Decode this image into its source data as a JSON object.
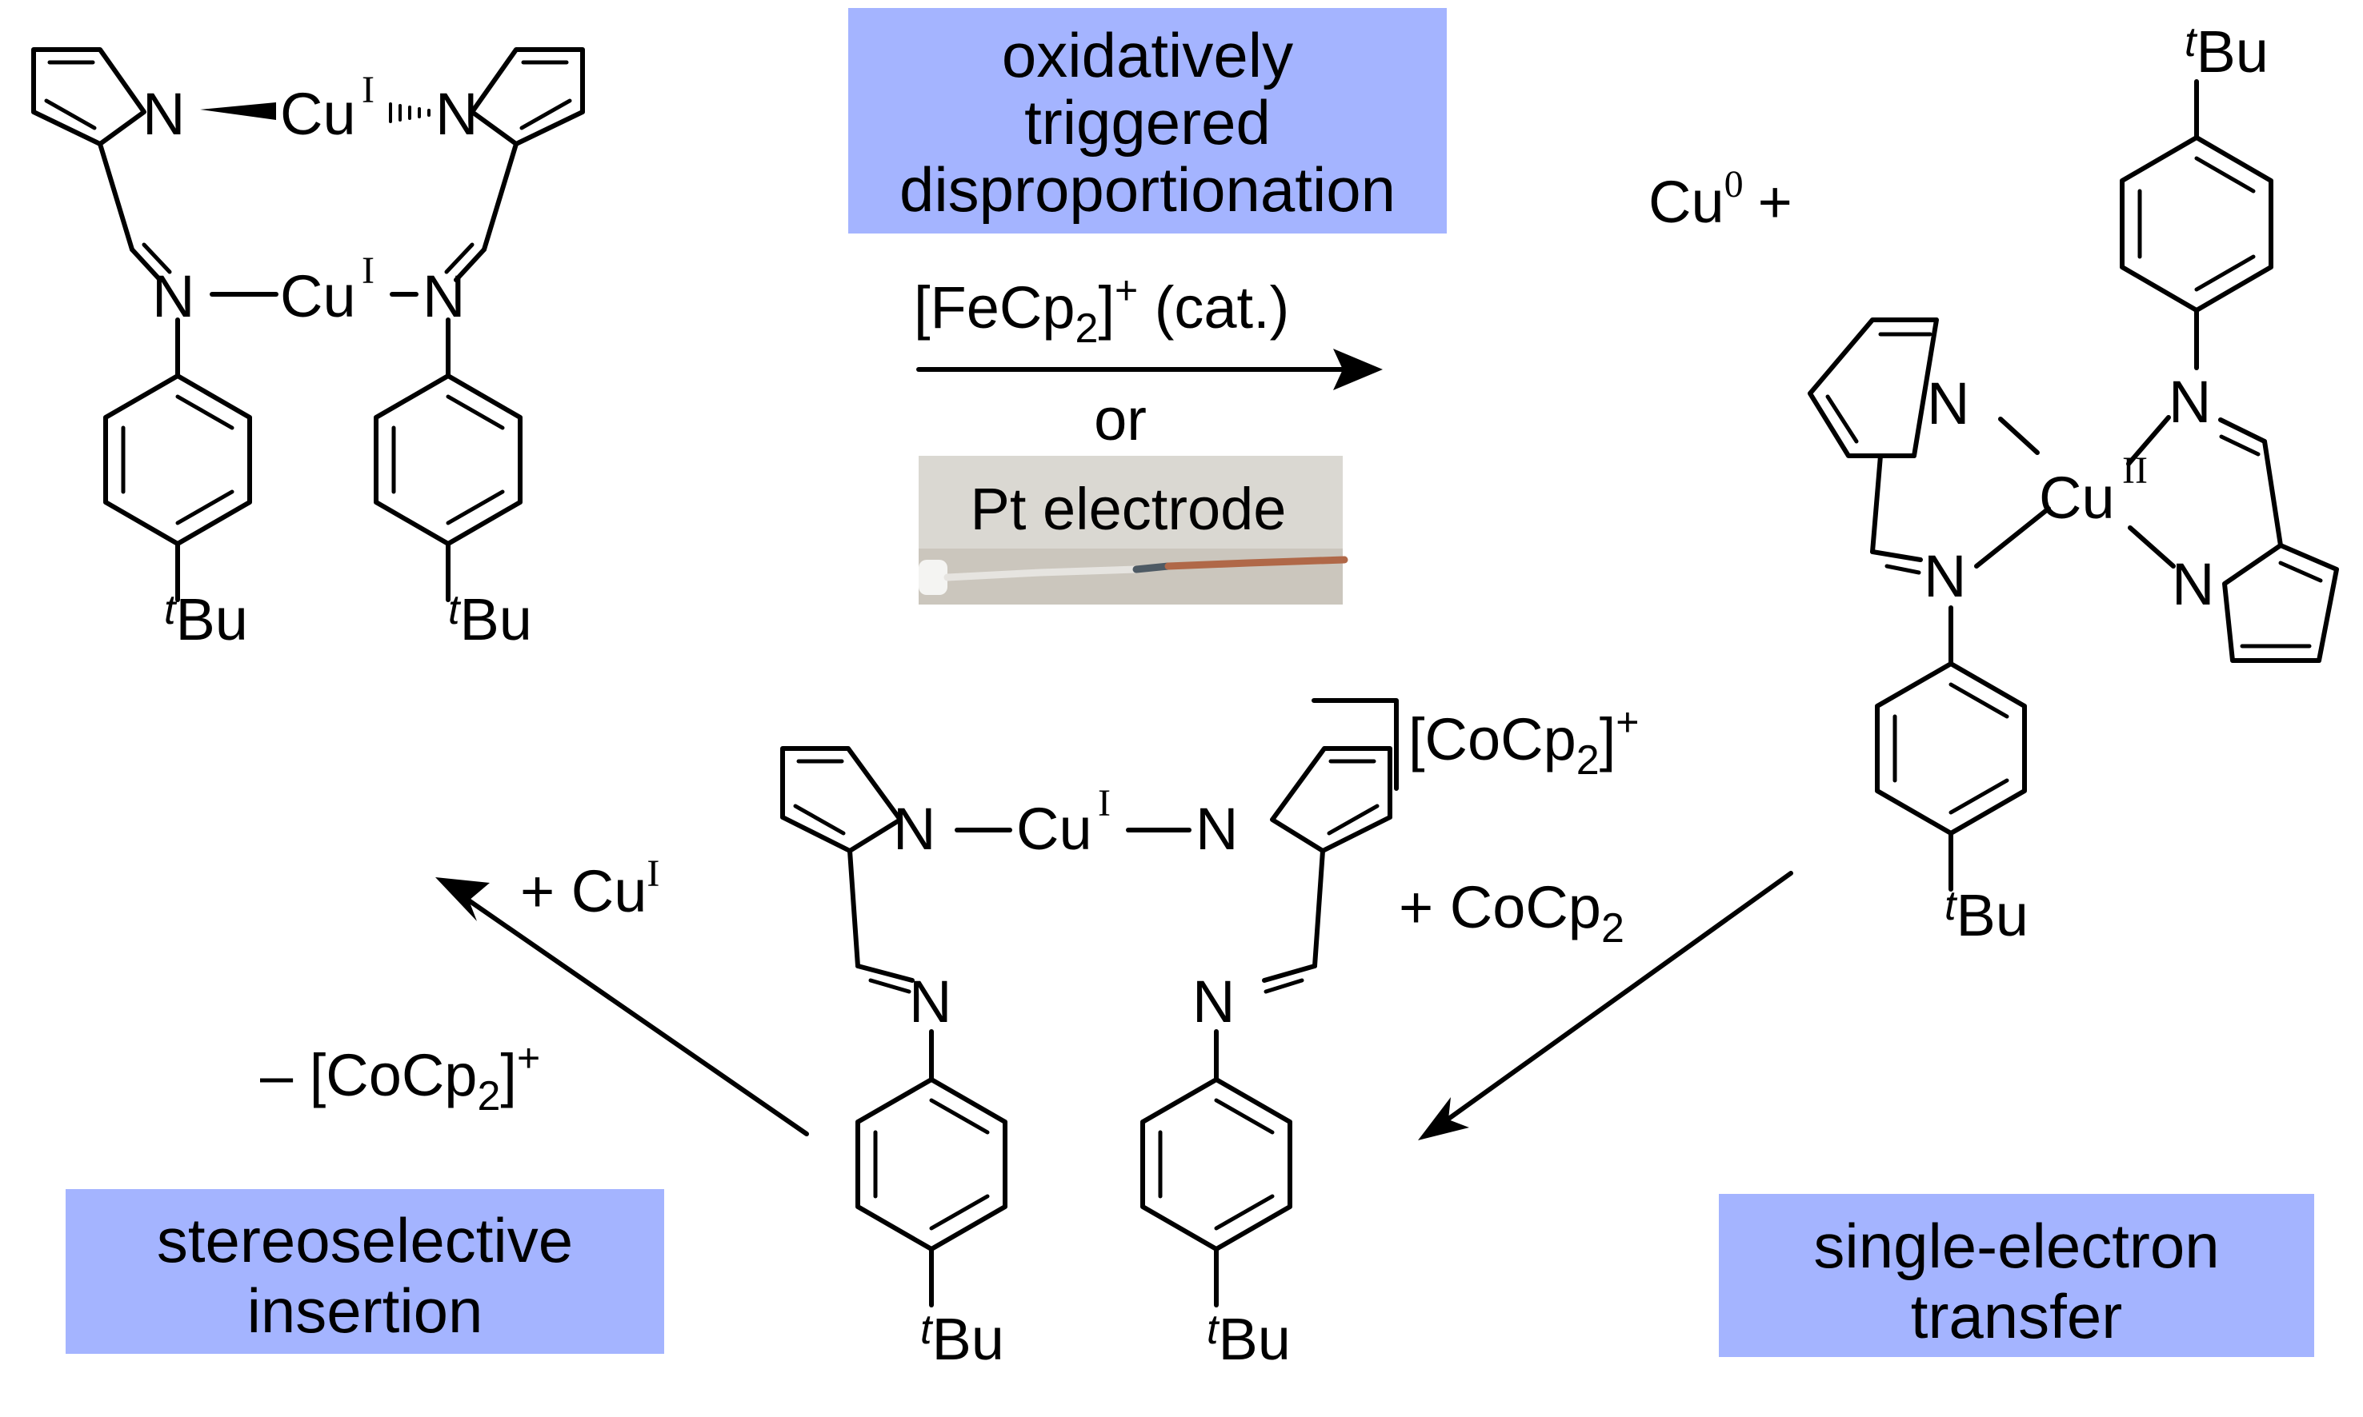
{
  "colors": {
    "highlight_box": "#a4b4ff",
    "lines": "#000000",
    "wire_copper": "#b06848",
    "photo_bg": "#dad8d2"
  },
  "atoms": {
    "N": "N",
    "Cu": "Cu",
    "tBu_t": "t",
    "tBu": "Bu"
  },
  "oxidation": {
    "one": "I",
    "two": "II",
    "zero": "0"
  },
  "box_top": {
    "line1": "oxidatively",
    "line2": "triggered",
    "line3": "disproportionation"
  },
  "reagent_top": {
    "main": "[FeCp",
    "sub": "2",
    "close": "]",
    "sup": "+",
    "note": " (cat.)"
  },
  "or_text": "or",
  "electrode_label": "Pt electrode",
  "product_right": {
    "cu0": "Cu",
    "plus": "+"
  },
  "anion_label": {
    "main": "[CoCp",
    "sub": "2",
    "close": "]",
    "sup": "+"
  },
  "reagent_right": {
    "main": "+ CoCp",
    "sub": "2"
  },
  "reagent_left_top": {
    "main": "+  Cu"
  },
  "reagent_left_bottom": {
    "main": "– [CoCp",
    "sub": "2",
    "close": "]",
    "sup": "+"
  },
  "box_left": {
    "line1": "stereoselective",
    "line2": "insertion"
  },
  "box_right": {
    "line1": "single-electron",
    "line2": "transfer"
  }
}
